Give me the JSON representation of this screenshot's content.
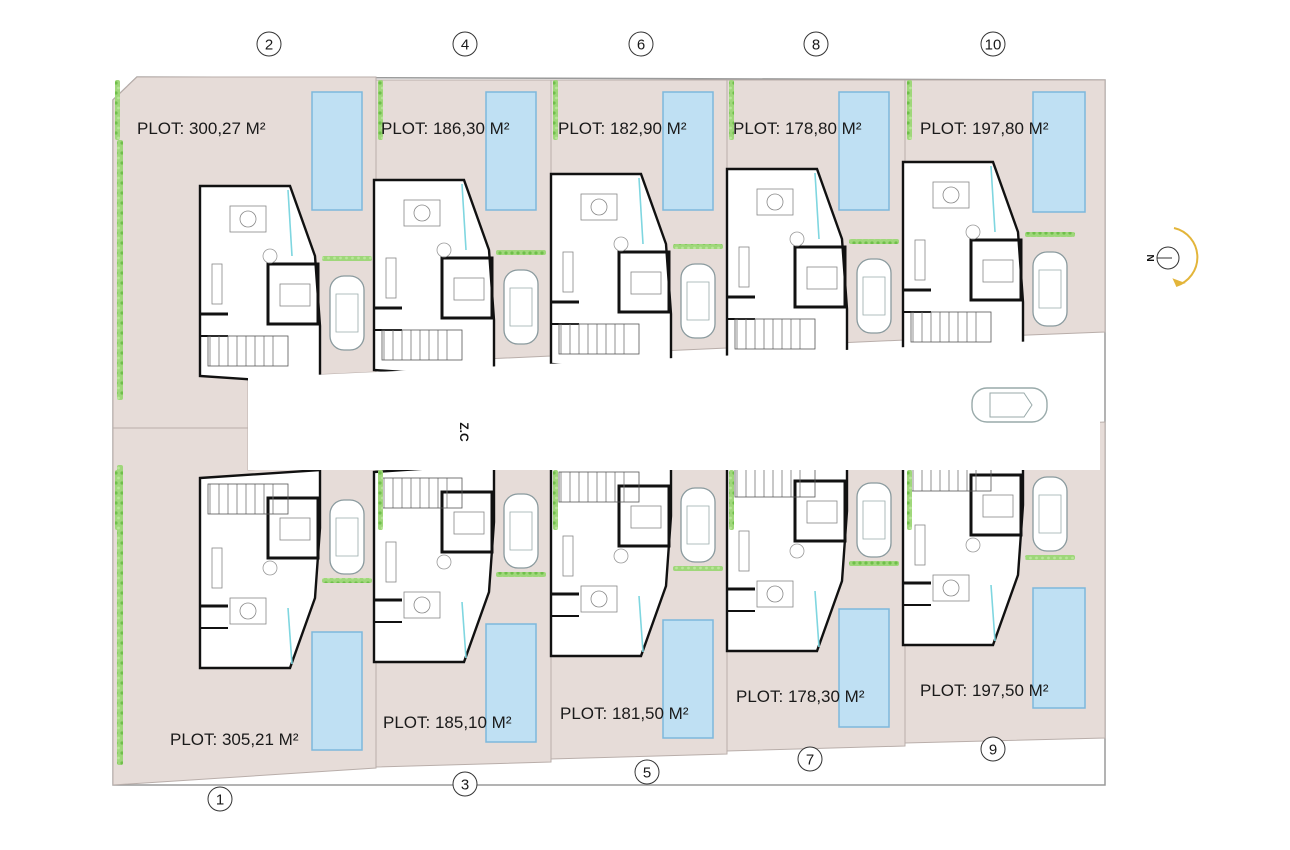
{
  "colors": {
    "plot_fill": "#e6dcd8",
    "pool": "#bfe0f3",
    "pool_edge": "#7db8dc",
    "wall": "#111111",
    "glass": "#7fd6e0",
    "hedge": "#8fcf6a",
    "road": "#ffffff",
    "compass_arrow": "#e3b53a"
  },
  "road_label": "Z.C",
  "compass": {
    "letter": "N",
    "icon": "north-compass-icon"
  },
  "top_plots": [
    {
      "number": "2",
      "area": "PLOT: 300,27 M²"
    },
    {
      "number": "4",
      "area": "PLOT: 186,30 M²"
    },
    {
      "number": "6",
      "area": "PLOT: 182,90 M²"
    },
    {
      "number": "8",
      "area": "PLOT: 178,80 M²"
    },
    {
      "number": "10",
      "area": "PLOT: 197,80 M²"
    }
  ],
  "bottom_plots": [
    {
      "number": "1",
      "area": "PLOT: 305,21 M²"
    },
    {
      "number": "3",
      "area": "PLOT: 185,10 M²"
    },
    {
      "number": "5",
      "area": "PLOT: 181,50 M²"
    },
    {
      "number": "7",
      "area": "PLOT: 178,30 M²"
    },
    {
      "number": "9",
      "area": "PLOT: 197,50 M²"
    }
  ]
}
